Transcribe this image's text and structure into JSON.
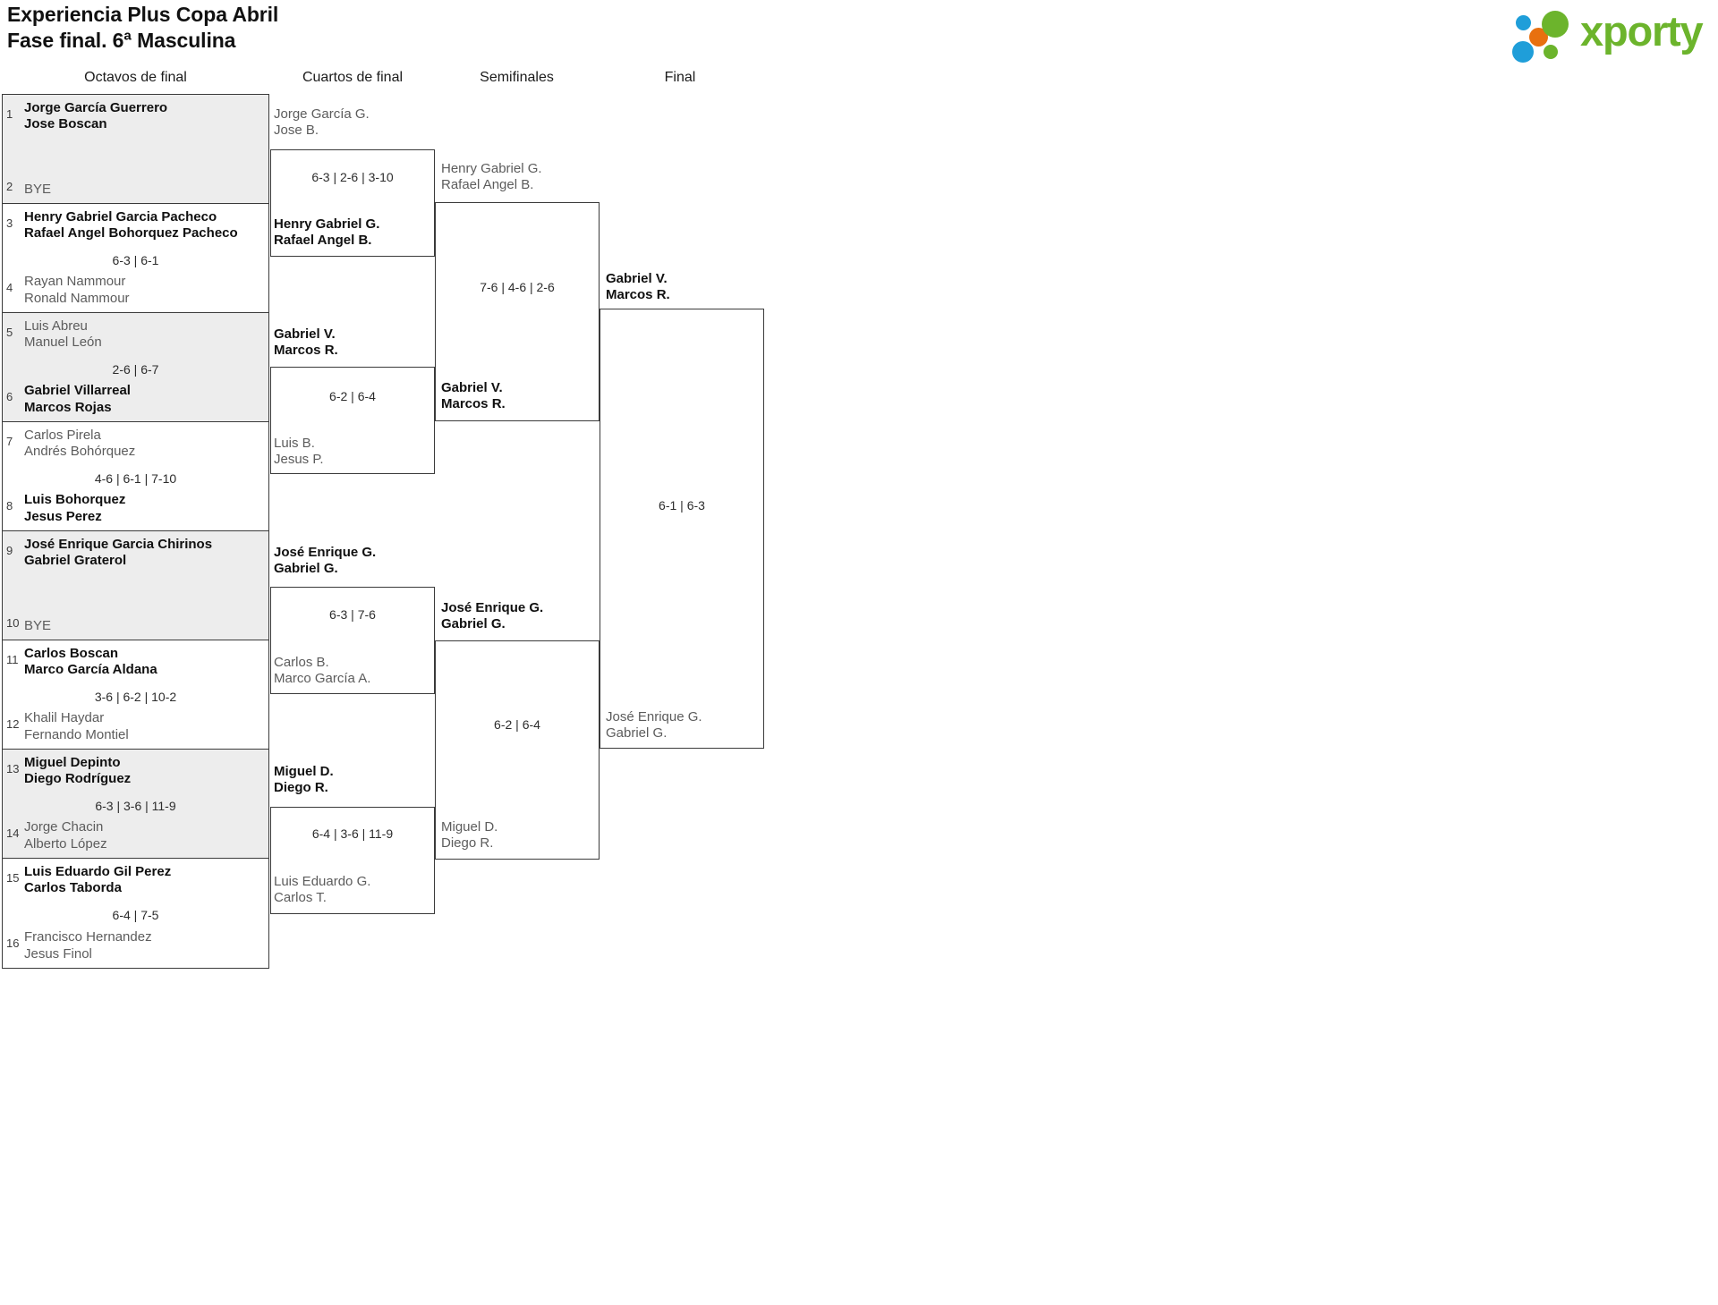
{
  "header": {
    "title_line1": "Experiencia Plus Copa Abril",
    "title_line2": "Fase final. 6ª Masculina",
    "logo_text": "xporty",
    "logo_colors": {
      "green": "#6cb42c",
      "blue": "#1f9ed9",
      "orange": "#e8700f"
    }
  },
  "rounds": [
    {
      "label": "Octavos de final"
    },
    {
      "label": "Cuartos de final"
    },
    {
      "label": "Semifinales"
    },
    {
      "label": "Final"
    }
  ],
  "round1": {
    "pairs": [
      {
        "shaded": true,
        "score": "",
        "top": {
          "seed": "1",
          "line1": "Jorge García Guerrero",
          "line2": "Jose Boscan",
          "winner": true,
          "bye": false
        },
        "bottom": {
          "seed": "2",
          "line1": "BYE",
          "line2": "",
          "winner": false,
          "bye": true
        }
      },
      {
        "shaded": false,
        "score": "6-3 | 6-1",
        "top": {
          "seed": "3",
          "line1": "Henry Gabriel Garcia Pacheco",
          "line2": "Rafael Angel Bohorquez Pacheco",
          "winner": true,
          "bye": false
        },
        "bottom": {
          "seed": "4",
          "line1": "Rayan Nammour",
          "line2": "Ronald Nammour",
          "winner": false,
          "bye": false
        }
      },
      {
        "shaded": true,
        "score": "2-6 | 6-7",
        "top": {
          "seed": "5",
          "line1": "Luis Abreu",
          "line2": "Manuel León",
          "winner": false,
          "bye": false
        },
        "bottom": {
          "seed": "6",
          "line1": "Gabriel Villarreal",
          "line2": "Marcos Rojas",
          "winner": true,
          "bye": false
        }
      },
      {
        "shaded": false,
        "score": "4-6 | 6-1 | 7-10",
        "top": {
          "seed": "7",
          "line1": "Carlos Pirela",
          "line2": "Andrés Bohórquez",
          "winner": false,
          "bye": false
        },
        "bottom": {
          "seed": "8",
          "line1": "Luis Bohorquez",
          "line2": "Jesus Perez",
          "winner": true,
          "bye": false
        }
      },
      {
        "shaded": true,
        "score": "",
        "top": {
          "seed": "9",
          "line1": "José Enrique Garcia Chirinos",
          "line2": "Gabriel Graterol",
          "winner": true,
          "bye": false
        },
        "bottom": {
          "seed": "10",
          "line1": "BYE",
          "line2": "",
          "winner": false,
          "bye": true
        }
      },
      {
        "shaded": false,
        "score": "3-6 | 6-2 | 10-2",
        "top": {
          "seed": "11",
          "line1": "Carlos Boscan",
          "line2": "Marco García Aldana",
          "winner": true,
          "bye": false
        },
        "bottom": {
          "seed": "12",
          "line1": "Khalil Haydar",
          "line2": "Fernando Montiel",
          "winner": false,
          "bye": false
        }
      },
      {
        "shaded": true,
        "score": "6-3 | 3-6 | 11-9",
        "top": {
          "seed": "13",
          "line1": "Miguel Depinto",
          "line2": "Diego Rodríguez",
          "winner": true,
          "bye": false
        },
        "bottom": {
          "seed": "14",
          "line1": "Jorge Chacin",
          "line2": "Alberto López",
          "winner": false,
          "bye": false
        }
      },
      {
        "shaded": false,
        "score": "6-4 | 7-5",
        "top": {
          "seed": "15",
          "line1": "Luis Eduardo Gil Perez",
          "line2": "Carlos Taborda",
          "winner": true,
          "bye": false
        },
        "bottom": {
          "seed": "16",
          "line1": "Francisco Hernandez",
          "line2": "Jesus Finol",
          "winner": false,
          "bye": false
        }
      }
    ]
  },
  "round2": {
    "matches": [
      {
        "score": "6-3 | 2-6 | 3-10",
        "top": {
          "line1": "Jorge García G.",
          "line2": "Jose B.",
          "winner": false
        },
        "bottom": {
          "line1": "Henry Gabriel G.",
          "line2": "Rafael Angel B.",
          "winner": true
        }
      },
      {
        "score": "6-2 | 6-4",
        "top": {
          "line1": "Gabriel V.",
          "line2": "Marcos R.",
          "winner": true
        },
        "bottom": {
          "line1": "Luis B.",
          "line2": "Jesus P.",
          "winner": false
        }
      },
      {
        "score": "6-3 | 7-6",
        "top": {
          "line1": "José Enrique G.",
          "line2": "Gabriel G.",
          "winner": true
        },
        "bottom": {
          "line1": "Carlos B.",
          "line2": "Marco García A.",
          "winner": false
        }
      },
      {
        "score": "6-4 | 3-6 | 11-9",
        "top": {
          "line1": "Miguel D.",
          "line2": "Diego R.",
          "winner": true
        },
        "bottom": {
          "line1": "Luis Eduardo G.",
          "line2": "Carlos T.",
          "winner": false
        }
      }
    ]
  },
  "round3": {
    "matches": [
      {
        "score": "7-6 | 4-6 | 2-6",
        "top": {
          "line1": "Henry Gabriel G.",
          "line2": "Rafael Angel B.",
          "winner": false
        },
        "bottom": {
          "line1": "Gabriel V.",
          "line2": "Marcos R.",
          "winner": true
        }
      },
      {
        "score": "6-2 | 6-4",
        "top": {
          "line1": "José Enrique G.",
          "line2": "Gabriel G.",
          "winner": true
        },
        "bottom": {
          "line1": "Miguel D.",
          "line2": "Diego R.",
          "winner": false
        }
      }
    ]
  },
  "round4": {
    "matches": [
      {
        "score": "6-1 | 6-3",
        "top": {
          "line1": "Gabriel V.",
          "line2": "Marcos R.",
          "winner": true
        },
        "bottom": {
          "line1": "José Enrique G.",
          "line2": "Gabriel G.",
          "winner": false
        }
      }
    ]
  }
}
